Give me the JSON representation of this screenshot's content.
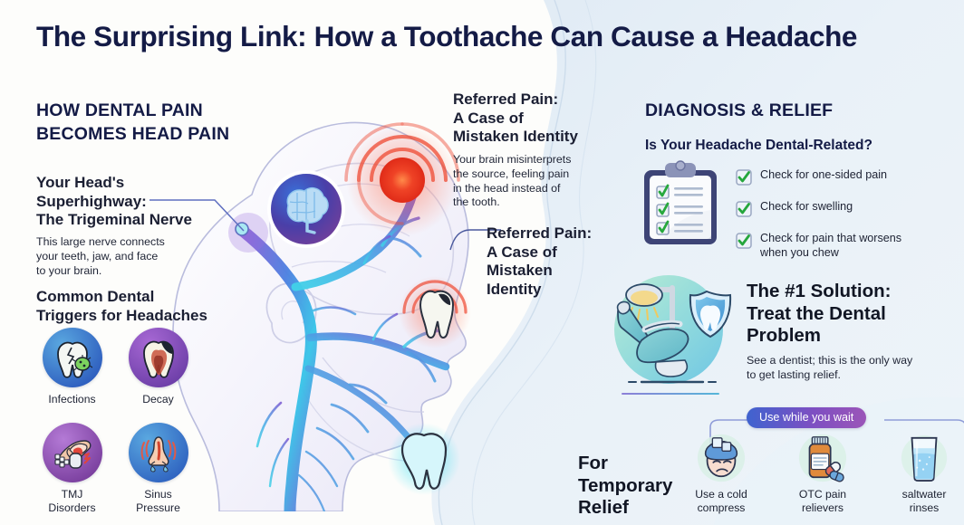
{
  "headline": "The Surprising Link: How a Toothache Can Cause a Headache",
  "colors": {
    "ink": "#141b46",
    "body": "#222738",
    "badge_start": "#3f63cf",
    "badge_end": "#9b55b8",
    "check_green": "#25a63c",
    "pain_red": "#e8392b",
    "nerve_blue": "#3fc3e8",
    "nerve_purple": "#7b5fd0",
    "panel_bg": "#e8eff7",
    "page_bg": "#fdfdfb"
  },
  "left": {
    "section_title_line1": "HOW DENTAL PAIN",
    "section_title_line2": "BECOMES HEAD PAIN",
    "nerve": {
      "title_line1": "Your Head's",
      "title_line2": "Superhighway:",
      "title_line3": "The Trigeminal Nerve",
      "body_line1": "This large nerve connects",
      "body_line2": "your teeth, jaw, and face",
      "body_line3": "to your brain."
    },
    "triggers_title_line1": "Common Dental",
    "triggers_title_line2": "Triggers for Headaches",
    "triggers": [
      {
        "icon": "cracked-tooth-bacteria-icon",
        "label": "Infections",
        "label_line2": ""
      },
      {
        "icon": "decayed-tooth-icon",
        "label": "Decay",
        "label_line2": ""
      },
      {
        "icon": "jaw-joint-icon",
        "label": "TMJ",
        "label_line2": "Disorders"
      },
      {
        "icon": "nose-sinus-icon",
        "label": "Sinus",
        "label_line2": "Pressure"
      }
    ]
  },
  "middle": {
    "referred_main": {
      "title_line1": "Referred Pain:",
      "title_line2": "A Case of",
      "title_line3": "Mistaken Identity",
      "body_line1": "Your brain misinterprets",
      "body_line2": "the source, feeling pain",
      "body_line3": "in the head instead of",
      "body_line4": "the tooth."
    },
    "referred_callout": {
      "title_line1": "Referred Pain:",
      "title_line2": "A Case of",
      "title_line3": "Mistaken",
      "title_line4": "Identity"
    },
    "illustration": {
      "name": "head-profile-trigeminal-nerve-diagram",
      "brain_icon": "brain-icon",
      "head_pain_marker": "head-pain-burst-icon",
      "tooth_pain_marker": "aching-tooth-icon",
      "healthy_tooth_marker": "glowing-tooth-icon"
    }
  },
  "right": {
    "section_title": "DIAGNOSIS & RELIEF",
    "question": "Is Your Headache Dental-Related?",
    "clipboard_icon": "clipboard-checklist-icon",
    "checks": [
      {
        "line1": "Check for one-sided pain",
        "line2": ""
      },
      {
        "line1": "Check for swelling",
        "line2": ""
      },
      {
        "line1": "Check for pain that worsens",
        "line2": "when you chew"
      }
    ],
    "solution": {
      "icon": "dental-chair-shield-icon",
      "title_line1": "The #1 Solution:",
      "title_line2": "Treat the Dental",
      "title_line3": "Problem",
      "body_line1": "See a dentist; this is the only way",
      "body_line2": "to get lasting relief."
    },
    "temporary": {
      "title_line1": "For",
      "title_line2": "Temporary",
      "title_line3": "Relief",
      "badge": "Use while you wait",
      "items": [
        {
          "icon": "cold-compress-head-icon",
          "label_line1": "Use a cold",
          "label_line2": "compress"
        },
        {
          "icon": "pill-bottle-icon",
          "label_line1": "OTC pain",
          "label_line2": "relievers"
        },
        {
          "icon": "water-glass-icon",
          "label_line1": "saltwater",
          "label_line2": "rinses"
        }
      ]
    }
  }
}
